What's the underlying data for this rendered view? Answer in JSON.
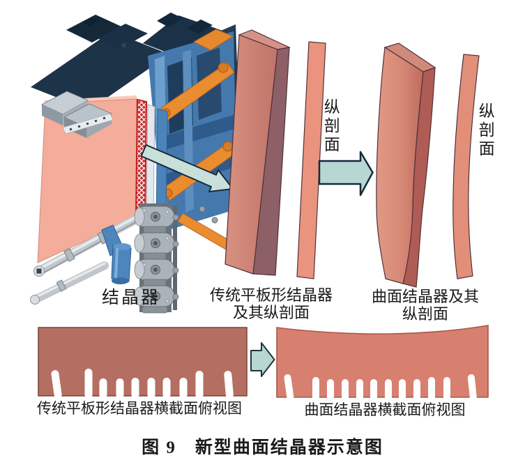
{
  "figure": {
    "caption": "图 9　新型曲面结晶器示意图"
  },
  "labels": {
    "machine": "结晶器",
    "flat_plate_line1": "传统平板形结晶器",
    "flat_plate_line2": "及其纵剖面",
    "curved_plate_line1": "曲面结晶器及其",
    "curved_plate_line2": "纵剖面",
    "flat_section": "纵剖面",
    "curved_section": "纵剖面",
    "flat_top_view": "传统平板形结晶器横截面俯视图",
    "curved_top_view": "曲面结晶器横截面俯视图"
  },
  "colors": {
    "plate_salmon": "#f4ac9b",
    "slab_front": "#d08679",
    "slab_side": "#8d5f67",
    "slice_salmon": "#ea947f",
    "curved_front": "#d6836f",
    "curved_side": "#ae5c55",
    "arrow_fill": "#bcd9d4",
    "arrow_outline": "#1b2d3c",
    "machine_navy": "#1d3348",
    "machine_blue": "#4579ae",
    "machine_orange": "#ea8c30",
    "comb_flat": "#b46e62",
    "comb_curved": "#d8806f",
    "hatch_red": "#cc3030",
    "text": "#1a1a1a"
  }
}
